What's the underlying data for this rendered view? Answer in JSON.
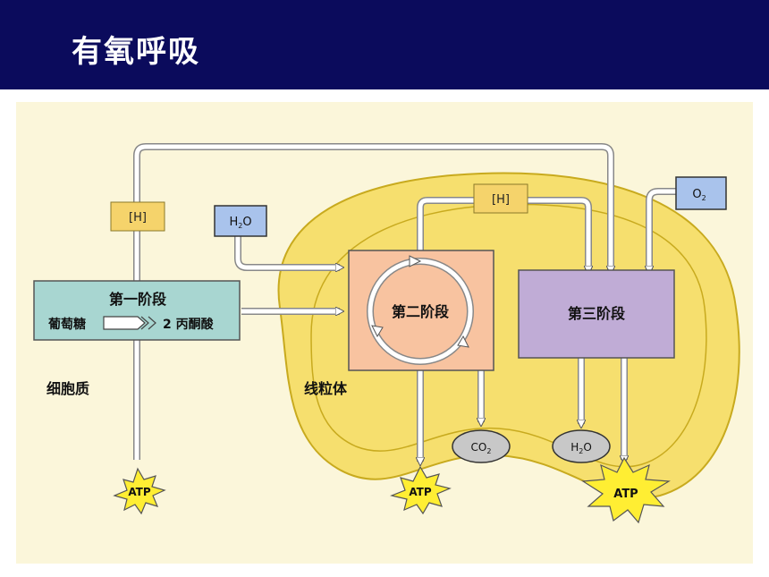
{
  "title": "有氧呼吸",
  "colors": {
    "title_bg": "#0b0b5c",
    "diagram_bg": "#fbf6da",
    "mitochondrion": "#f6df6e",
    "stage1": "#a8d6d1",
    "stage2": "#f8c3a0",
    "stage3": "#c0acd6",
    "h_box": "#f5d36b",
    "molecule_box": "#a9c3ec",
    "product_oval": "#c8c8c8",
    "atp_star": "#ffee33"
  },
  "diagram": {
    "stage1": {
      "title": "第一阶段",
      "substrate": "葡萄糖",
      "product": "2 丙酮酸"
    },
    "stage2": {
      "label": "第二阶段"
    },
    "stage3": {
      "label": "第三阶段"
    },
    "h_left": "[H]",
    "h_top": "[H]",
    "water_in": {
      "main": "H",
      "sub": "2",
      "tail": "O"
    },
    "oxygen_in": {
      "main": "O",
      "sub": "2"
    },
    "co2_out": {
      "main": "CO",
      "sub": "2"
    },
    "water_out": {
      "main": "H",
      "sub": "2",
      "tail": "O"
    },
    "region_cytoplasm": "细胞质",
    "region_mito": "线粒体",
    "atp_1": "ATP",
    "atp_2": "ATP",
    "atp_3": "ATP"
  }
}
